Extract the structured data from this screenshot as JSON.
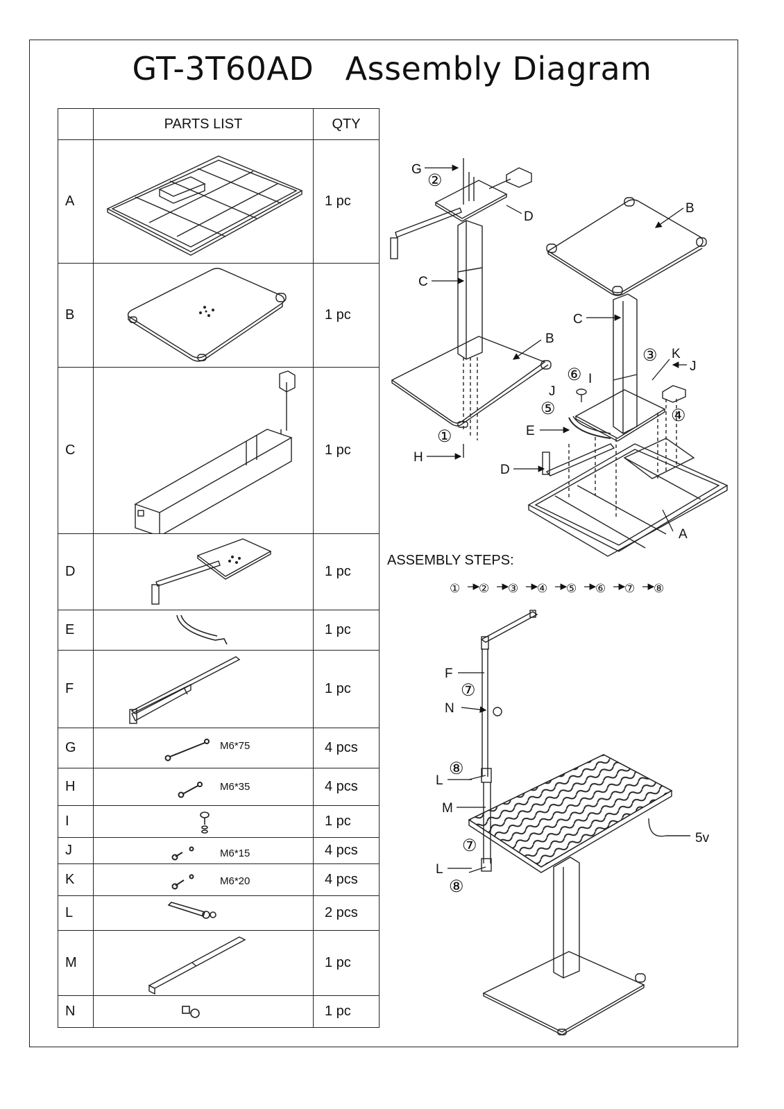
{
  "title": "GT-3T60AD   Assembly Diagram",
  "parts_table": {
    "header_parts": "PARTS LIST",
    "header_qty": "QTY",
    "rows": [
      {
        "letter": "A",
        "qty": "1 pc",
        "spec": "",
        "icon": "grooming-table-frame-icon"
      },
      {
        "letter": "B",
        "qty": "1 pc",
        "spec": "",
        "icon": "base-plate-icon"
      },
      {
        "letter": "C",
        "qty": "1 pc",
        "spec": "",
        "icon": "lift-column-icon"
      },
      {
        "letter": "D",
        "qty": "1 pc",
        "spec": "",
        "icon": "mounting-plate-arm-icon"
      },
      {
        "letter": "E",
        "qty": "1 pc",
        "spec": "",
        "icon": "curved-bracket-icon"
      },
      {
        "letter": "F",
        "qty": "1 pc",
        "spec": "",
        "icon": "arm-bar-icon"
      },
      {
        "letter": "G",
        "qty": "4 pcs",
        "spec": "M6*75",
        "icon": "long-bolt-icon"
      },
      {
        "letter": "H",
        "qty": "4 pcs",
        "spec": "M6*35",
        "icon": "medium-bolt-icon"
      },
      {
        "letter": "I",
        "qty": "1 pc",
        "spec": "",
        "icon": "knob-screw-icon"
      },
      {
        "letter": "J",
        "qty": "4 pcs",
        "spec": "M6*15",
        "icon": "short-bolt-icon"
      },
      {
        "letter": "K",
        "qty": "4 pcs",
        "spec": "M6*20",
        "icon": "short-bolt-icon"
      },
      {
        "letter": "L",
        "qty": "2 pcs",
        "spec": "",
        "icon": "lever-handle-icon"
      },
      {
        "letter": "M",
        "qty": "1 pc",
        "spec": "",
        "icon": "post-bar-icon"
      },
      {
        "letter": "N",
        "qty": "1 pc",
        "spec": "",
        "icon": "clamp-knob-icon"
      }
    ]
  },
  "assembly_steps_label": "ASSEMBLY STEPS:",
  "steps": [
    "①",
    "②",
    "③",
    "④",
    "⑤",
    "⑥",
    "⑦",
    "⑧"
  ],
  "callouts": {
    "G": "G",
    "D": "D",
    "C": "C",
    "B": "B",
    "H": "H",
    "E": "E",
    "J": "J",
    "K": "K",
    "I": "I",
    "A": "A",
    "F": "F",
    "N": "N",
    "L": "L",
    "M": "M",
    "power": "5v",
    "s1": "①",
    "s2": "②",
    "s3": "③",
    "s4": "④",
    "s5": "⑤",
    "s6": "⑥",
    "s7": "⑦",
    "s8": "⑧"
  }
}
